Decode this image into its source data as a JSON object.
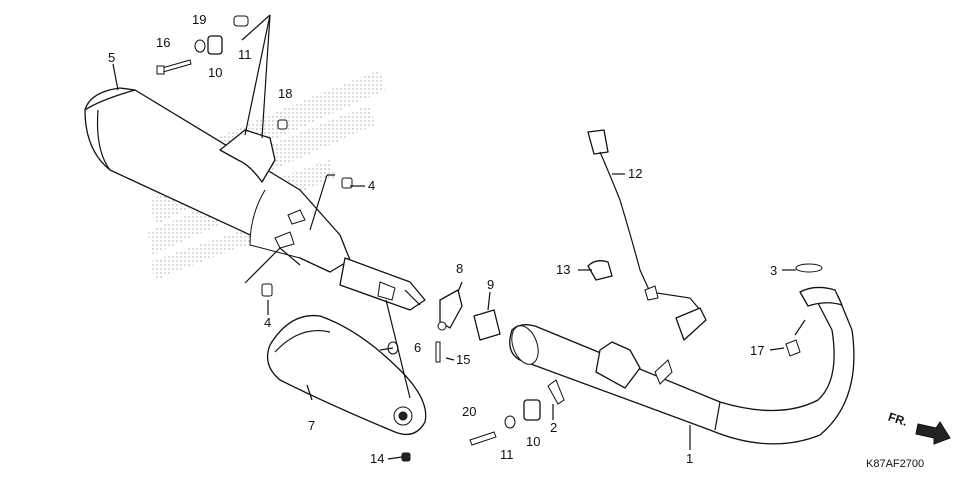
{
  "diagram": {
    "reference_code": "K87AF2700",
    "direction_marker": "FR.",
    "labels": [
      {
        "id": "l1",
        "text": "1"
      },
      {
        "id": "l2",
        "text": "2"
      },
      {
        "id": "l3",
        "text": "3"
      },
      {
        "id": "l4a",
        "text": "4"
      },
      {
        "id": "l4b",
        "text": "4"
      },
      {
        "id": "l5",
        "text": "5"
      },
      {
        "id": "l6",
        "text": "6"
      },
      {
        "id": "l7",
        "text": "7"
      },
      {
        "id": "l8",
        "text": "8"
      },
      {
        "id": "l9",
        "text": "9"
      },
      {
        "id": "l10a",
        "text": "10"
      },
      {
        "id": "l10b",
        "text": "10"
      },
      {
        "id": "l11a",
        "text": "11"
      },
      {
        "id": "l11b",
        "text": "11"
      },
      {
        "id": "l12",
        "text": "12"
      },
      {
        "id": "l13",
        "text": "13"
      },
      {
        "id": "l14",
        "text": "14"
      },
      {
        "id": "l15",
        "text": "15"
      },
      {
        "id": "l16",
        "text": "16"
      },
      {
        "id": "l17",
        "text": "17"
      },
      {
        "id": "l18",
        "text": "18"
      },
      {
        "id": "l19",
        "text": "19"
      },
      {
        "id": "l20",
        "text": "20"
      }
    ]
  }
}
